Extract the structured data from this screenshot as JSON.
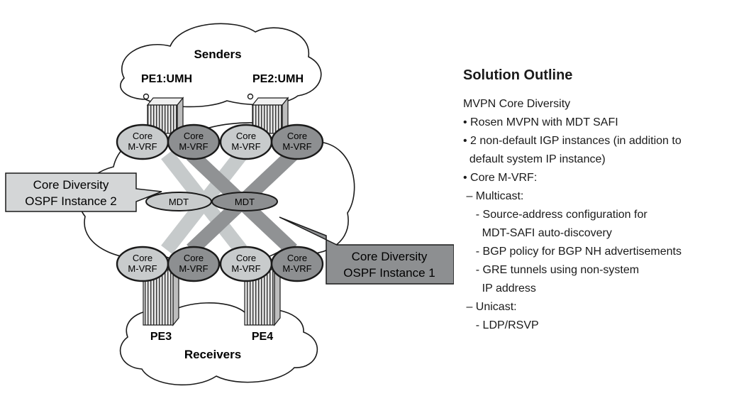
{
  "diagram": {
    "senders_label": "Senders",
    "receivers_label": "Receivers",
    "routers": {
      "pe1": "PE1:UMH",
      "pe2": "PE2:UMH",
      "pe3": "PE3",
      "pe4": "PE4"
    },
    "vrf_line1": "Core",
    "vrf_line2": "M-VRF",
    "mdt_label": "MDT",
    "callout_instance2": {
      "line1": "Core Diversity",
      "line2": "OSPF Instance 2"
    },
    "callout_instance1": {
      "line1": "Core Diversity",
      "line2": "OSPF Instance 1"
    },
    "colors": {
      "light_fill": "#c8cbcc",
      "dark_fill": "#8d8f91",
      "light_path": "#c6cacb",
      "dark_path": "#909294",
      "stroke": "#1a1a1a"
    }
  },
  "outline": {
    "title": "Solution Outline",
    "subtitle": "MVPN Core Diversity",
    "items": [
      "• Rosen MVPN with MDT SAFI",
      "• 2 non-default IGP instances (in addition to",
      "  default system IP instance)",
      "• Core M-VRF:",
      " – Multicast:",
      "    - Source-address configuration for",
      "      MDT-SAFI auto-discovery",
      "    - BGP policy for BGP NH advertisements",
      "    - GRE tunnels using non-system",
      "      IP address",
      " – Unicast:",
      "    - LDP/RSVP"
    ]
  }
}
